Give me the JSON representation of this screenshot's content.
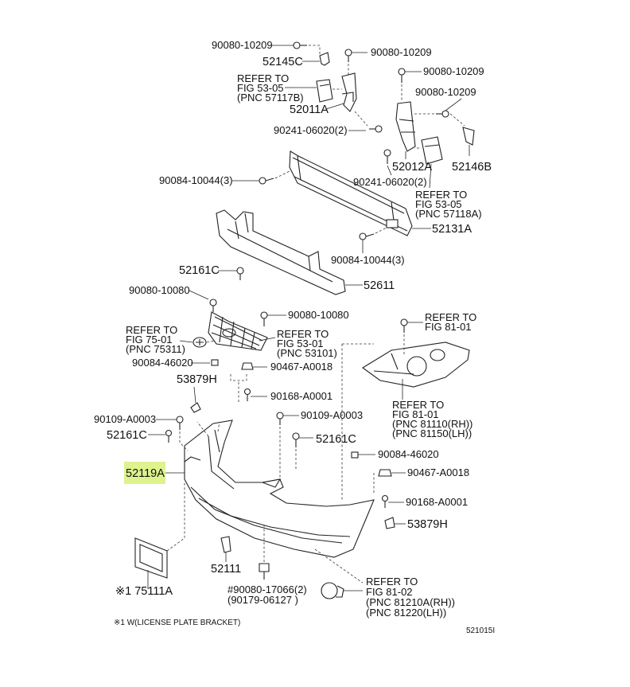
{
  "labels": {
    "b1": "90080-10209",
    "b2": "90080-10209",
    "b3": "90080-10209",
    "b4": "90080-10209",
    "b5": "52145C",
    "refer_57117b_1": "REFER TO",
    "refer_57117b_2": "FIG 53-05",
    "refer_57117b_3": "(PNC 57117B)",
    "p52011a": "52011A",
    "s90241_a": "90241-06020(2)",
    "p52012a": "52012A",
    "p52146b": "52146B",
    "s90241_b": "90241-06020(2)",
    "refer_57118a_1": "REFER TO",
    "refer_57118a_2": "FIG 53-05",
    "refer_57118a_3": "(PNC 57118A)",
    "s90084_a": "90084-10044(3)",
    "p52131a": "52131A",
    "s90084_b": "90084-10044(3)",
    "p52161c_a": "52161C",
    "p52611": "52611",
    "s90080_10080_a": "90080-10080",
    "s90080_10080_b": "90080-10080",
    "refer_75311_1": "REFER TO",
    "refer_75311_2": "FIG 75-01",
    "refer_75311_3": "(PNC 75311)",
    "refer_53101_1": "REFER TO",
    "refer_53101_2": "FIG 53-01",
    "refer_53101_3": "(PNC 53101)",
    "refer_81_01_top_1": "REFER TO",
    "refer_81_01_top_2": "FIG 81-01",
    "s90084_46020_a": "90084-46020",
    "s90467_a": "90467-A0018",
    "p53879h_a": "53879H",
    "s90168_a": "90168-A0001",
    "refer_81110_1": "REFER TO",
    "refer_81110_2": "FIG 81-01",
    "refer_81110_3": "(PNC 81110(RH))",
    "refer_81110_4": "(PNC 81150(LH))",
    "s90109_a": "90109-A0003",
    "s90109_b": "90109-A0003",
    "p52161c_b": "52161C",
    "p52161c_c": "52161C",
    "s90084_46020_b": "90084-46020",
    "p52119a": "52119A",
    "s90467_b": "90467-A0018",
    "s90168_b": "90168-A0001",
    "p53879h_b": "53879H",
    "p52111": "52111",
    "p75111a": "※1 75111A",
    "s90080_17066": "#90080-17066(2)",
    "s90179": "(90179-06127 )",
    "refer_81210_1": "REFER TO",
    "refer_81210_2": "FIG 81-02",
    "refer_81210_3": "(PNC 81210A(RH))",
    "refer_81210_4": "(PNC 81220(LH))",
    "footnote": "※1 W(LICENSE PLATE BRACKET)",
    "diagram_id": "521015I"
  },
  "colors": {
    "highlight": "#d8f07a",
    "ink": "#222222"
  }
}
